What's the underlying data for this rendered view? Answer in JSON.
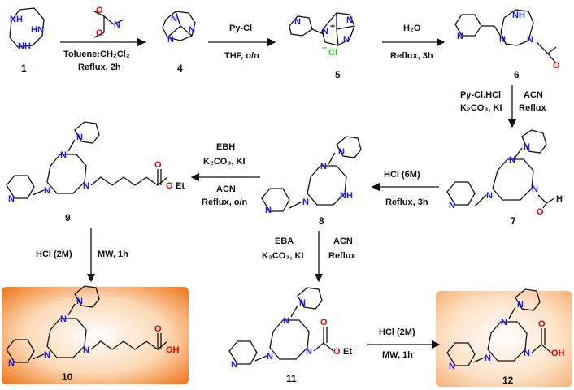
{
  "compounds": {
    "c1": "1",
    "c4": "4",
    "c5": "5",
    "c6": "6",
    "c7": "7",
    "c8": "8",
    "c9": "9",
    "c10": "10",
    "c11": "11",
    "c12": "12"
  },
  "steps": {
    "s1_top": "Toluene:CH₂Cl₂",
    "s1_bot": "Reflux, 2h",
    "s2_top": "Py-Cl",
    "s2_bot": "THF, o/n",
    "s3_top": "H₂O",
    "s3_bot": "Reflux, 3h",
    "s4_l1": "Py-Cl.HCl",
    "s4_l2": "K₂CO₃, KI",
    "s4_r1": "ACN",
    "s4_r2": "Reflux",
    "s5_top": "HCl (6M)",
    "s5_bot": "Reflux, 3h",
    "s6_l1": "EBH",
    "s6_l2": "K₂CO₃, KI",
    "s6_l3": "ACN",
    "s6_l4": "Reflux, o/n",
    "s7_l": "HCl (2M)",
    "s7_r": "MW, 1h",
    "s8_l1": "EBA",
    "s8_l2": "K₂CO₃, KI",
    "s8_r1": "ACN",
    "s8_r2": "Reflux",
    "s9_top": "HCl (2M)",
    "s9_bot": "MW, 1h"
  },
  "atoms": {
    "N": "N",
    "NH": "NH",
    "HN": "HN",
    "O": "O",
    "OH": "OH",
    "Et": "Et",
    "Cl": "Cl",
    "plus": "+",
    "minus": "–"
  },
  "colors": {
    "highlight_start": "#ffffff",
    "highlight_end": "#f07a20",
    "nitrogen": "#1a1aff",
    "oxygen": "#e00000"
  }
}
